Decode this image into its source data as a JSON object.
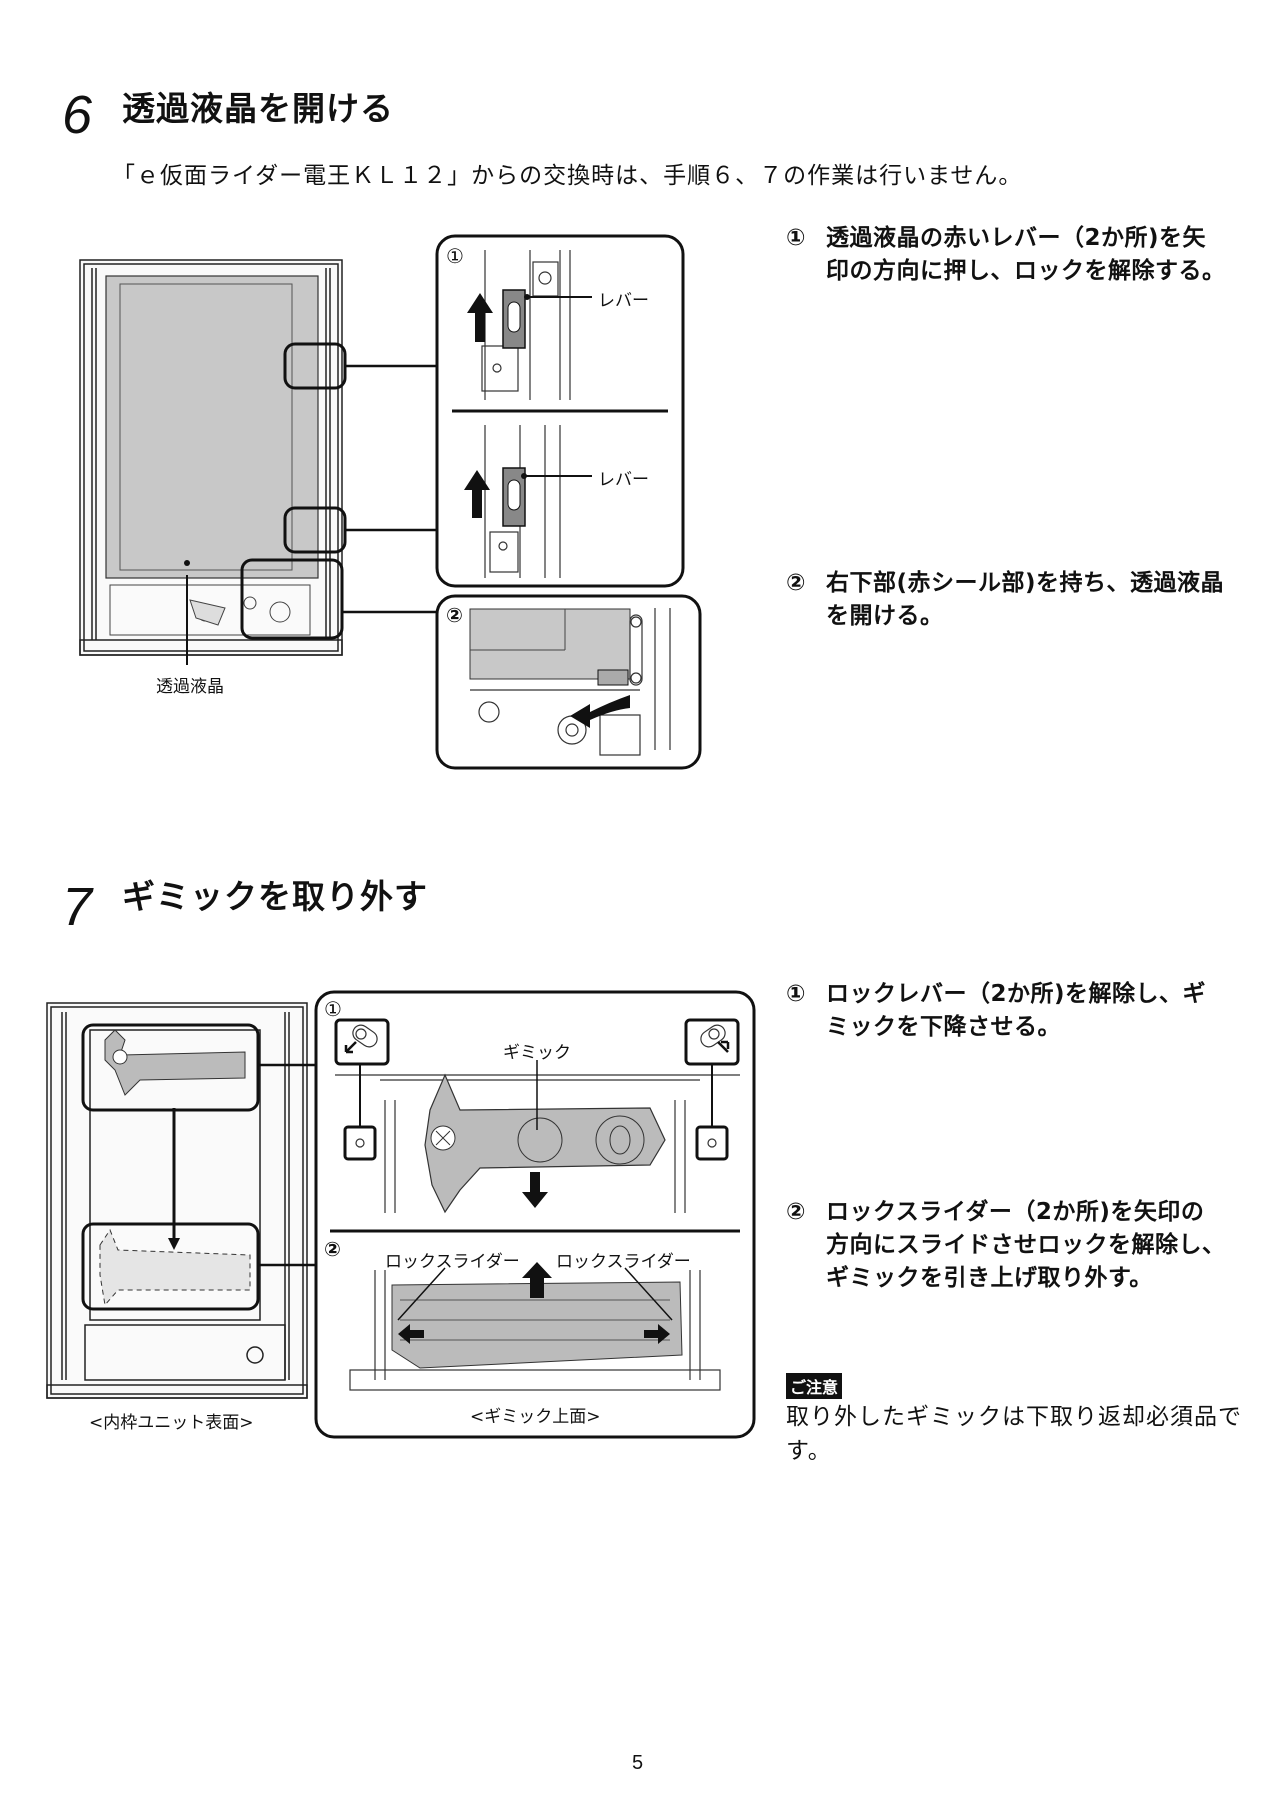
{
  "section6": {
    "number": "6",
    "title": "透過液晶を開ける",
    "note": "「ｅ仮面ライダー電王ＫＬ１２」からの交換時は、手順６、７の作業は行いません。",
    "figure": {
      "main_label": "透過液晶",
      "detail1_marker": "①",
      "detail2_marker": "②",
      "lever_label_top": "レバー",
      "lever_label_bottom": "レバー"
    },
    "instructions": [
      {
        "marker": "①",
        "text": "透過液晶の赤いレバー（2か所)を矢印の方向に押し、ロックを解除する。"
      },
      {
        "marker": "②",
        "text": "右下部(赤シール部)を持ち、透過液晶を開ける。"
      }
    ]
  },
  "section7": {
    "number": "7",
    "title": "ギミックを取り外す",
    "figure": {
      "main_caption": "<内枠ユニット表面>",
      "detail1_marker": "①",
      "detail2_marker": "②",
      "gimmick_label": "ギミック",
      "slider_label_left": "ロックスライダー",
      "slider_label_right": "ロックスライダー",
      "detail_caption": "<ギミック上面>"
    },
    "instructions": [
      {
        "marker": "①",
        "text": "ロックレバー（2か所)を解除し、ギミックを下降させる。"
      },
      {
        "marker": "②",
        "text": "ロックスライダー（2か所)を矢印の方向にスライドさせロックを解除し、ギミックを引き上げ取り外す。"
      }
    ],
    "caution": {
      "badge": "ご注意",
      "text": "取り外したギミックは下取り返却必須品です。"
    }
  },
  "page_number": "5"
}
